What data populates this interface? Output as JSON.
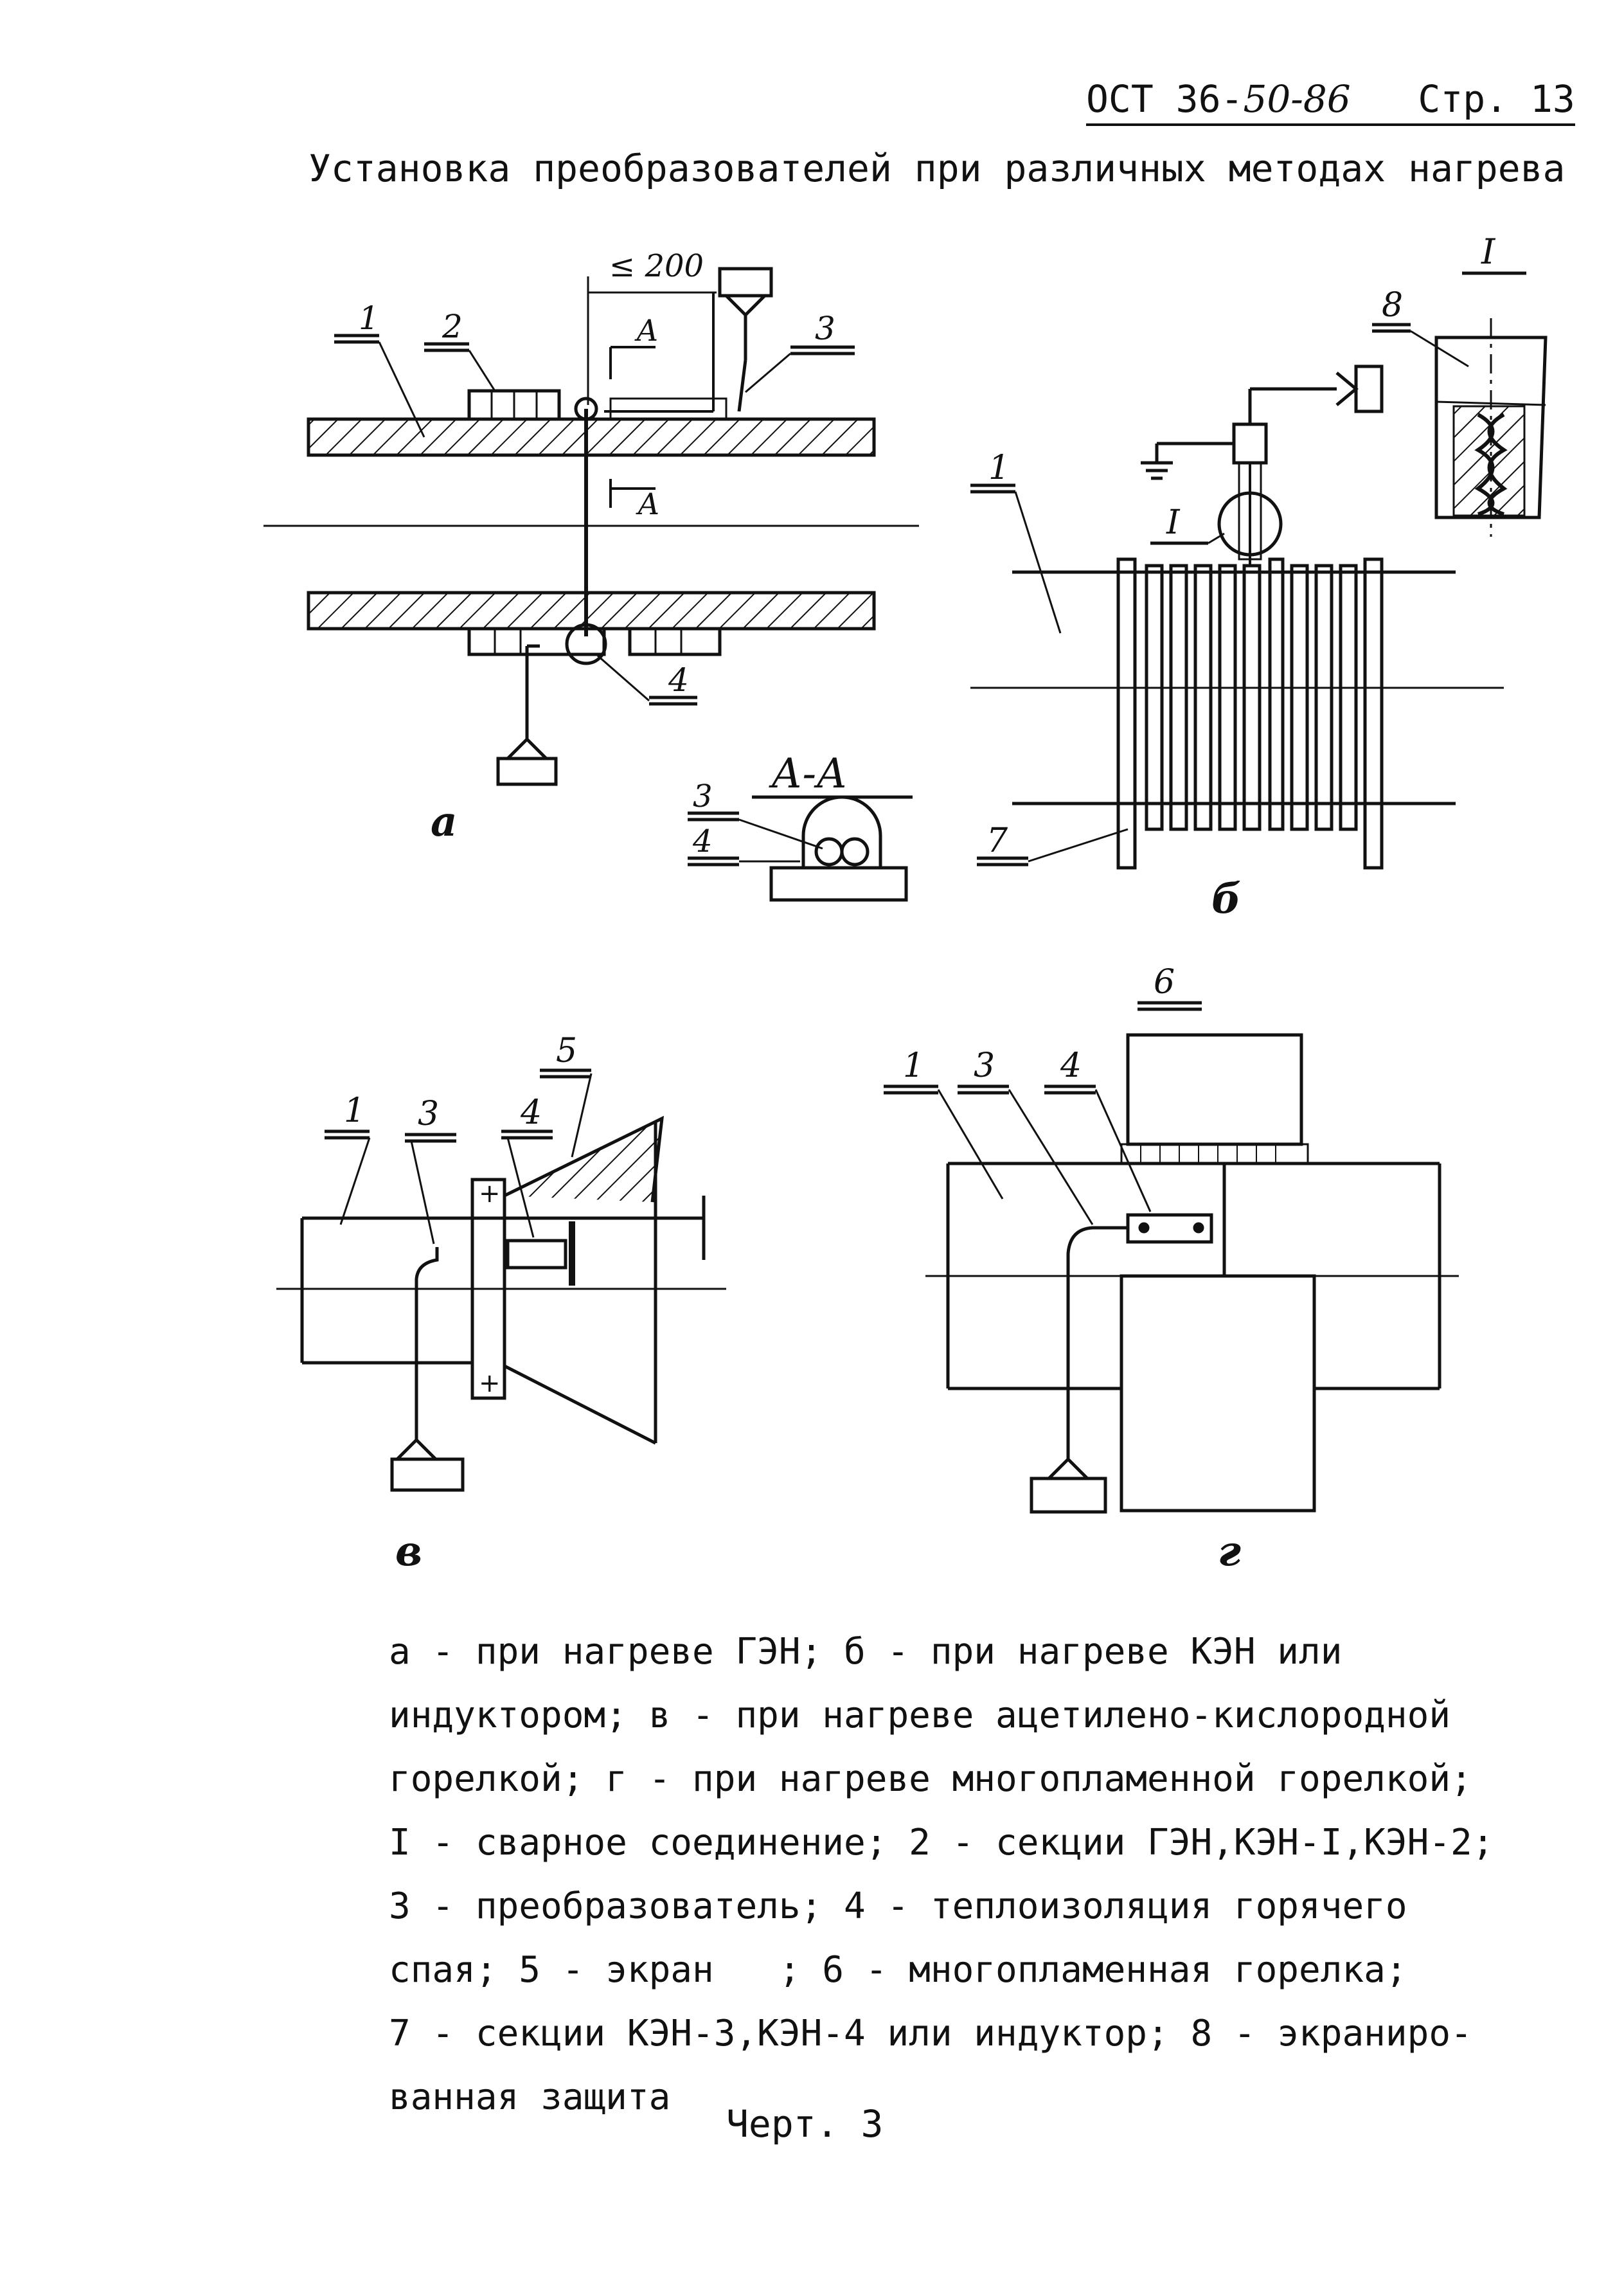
{
  "header": {
    "doc_prefix": "ОСТ 36-",
    "doc_number_handwritten": "50-86",
    "page_label": "Стр. 13"
  },
  "title": "Установка преобразователей при различных методах нагрева",
  "figure_labels": {
    "dimension": "≤ 200",
    "section_mark": "А",
    "section_title": "А-А",
    "detail_mark": "I",
    "panel_a": "а",
    "panel_b": "б",
    "panel_v": "в",
    "panel_g": "г",
    "n1": "1",
    "n2": "2",
    "n3": "3",
    "n4": "4",
    "n5": "5",
    "n6": "6",
    "n7": "7",
    "n8": "8",
    "plus": "+"
  },
  "legend": [
    "а - при нагреве ГЭН; б - при нагреве КЭН или",
    "индуктором; в - при нагреве ацетилено-кислородной",
    "горелкой; г - при нагреве многопламенной горелкой;",
    "I - сварное соединение; 2 - секции ГЭН,КЭН-I,КЭН-2;",
    "3 - преобразователь; 4 - теплоизоляция горячего",
    "спая; 5 - экран   ; 6 - многопламенная горелка;",
    "7 - секции КЭН-3,КЭН-4 или индуктор; 8 - экраниро-",
    "ванная защита"
  ],
  "caption": "Черт. 3"
}
